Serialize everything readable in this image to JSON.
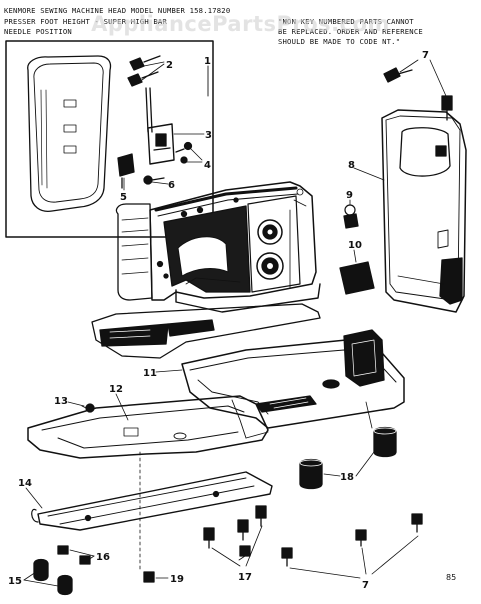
{
  "header": {
    "title": "KENMORE SEWING MACHINE HEAD MODEL NUMBER 158.17820",
    "line2_left": "PRESSER FOOT HEIGHT - SUPER HIGH BAR",
    "line3_left": "NEEDLE POSITION",
    "note_line1": "\"NON KEY NUMBERED PARTS CANNOT",
    "note_line2": "BE REPLACED. ORDER AND REFERENCE",
    "note_line3": "SHOULD BE MADE TO CODE NT.\""
  },
  "watermark": "AppliancePartsPros.com",
  "page_code": "85",
  "callouts": [
    "1",
    "2",
    "3",
    "4",
    "5",
    "6",
    "7",
    "7",
    "8",
    "9",
    "10",
    "11",
    "12",
    "13",
    "14",
    "15",
    "16",
    "17",
    "18",
    "19"
  ],
  "colors": {
    "ink": "#111111",
    "paper": "#ffffff",
    "watermark": "#d2d2d2"
  }
}
